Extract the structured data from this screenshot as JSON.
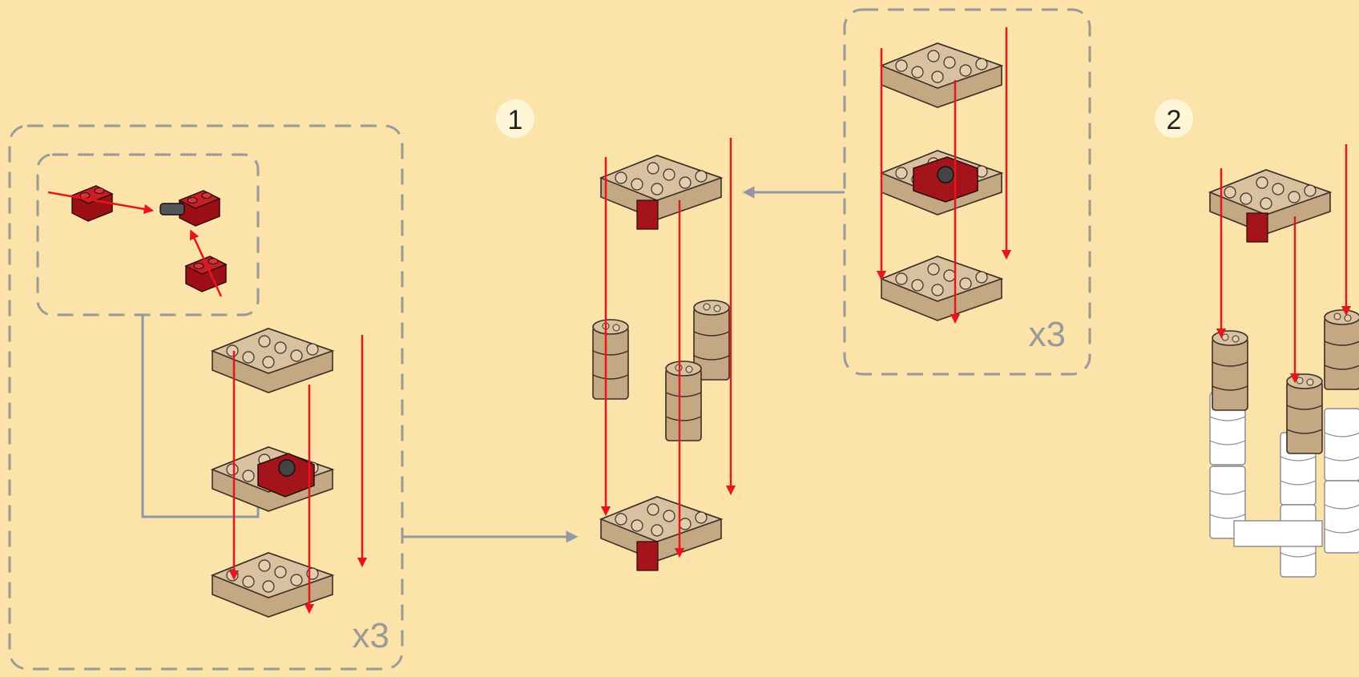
{
  "steps": [
    {
      "number": "1"
    },
    {
      "number": "2"
    }
  ],
  "callouts": {
    "left_multiplier": "x3",
    "top_multiplier": "x3"
  },
  "colors": {
    "background": "#fbe3a9",
    "tan_brick": "#c9ad8a",
    "tan_top": "#d6bd9b",
    "red_brick": "#b5121b",
    "white_brick": "#ffffff",
    "arrow_red": "#e5161c",
    "arrow_gray": "#8f98a3",
    "callout_border": "#9a9a9a",
    "step_circle": "#fff6d8"
  }
}
